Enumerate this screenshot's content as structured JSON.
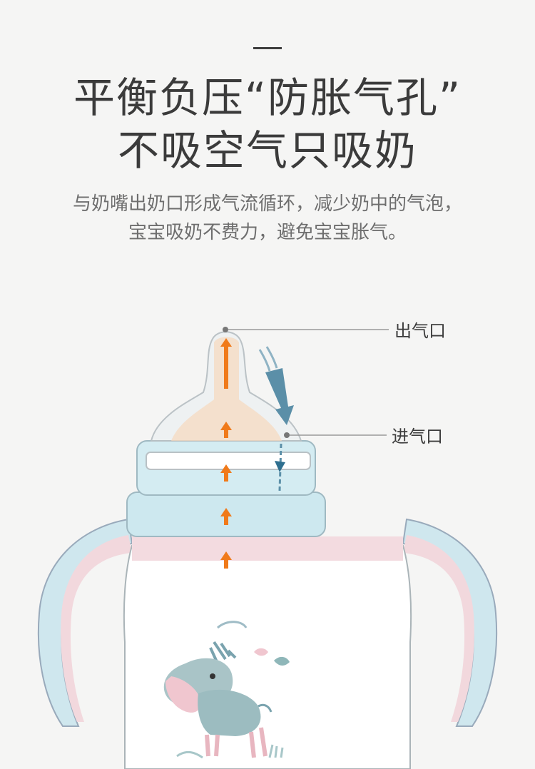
{
  "heading": {
    "line1": "平衡负压“防胀气孔”",
    "line2": "不吸空气只吸奶"
  },
  "description": {
    "line1": "与奶嘴出奶口形成气流循环，减少奶中的气泡，",
    "line2": "宝宝吸奶不费力，避免宝宝胀气。"
  },
  "callouts": {
    "outlet": "出气口",
    "inlet": "进气口"
  },
  "icons": [
    "bottle-illustration",
    "up-arrow-icon",
    "airflow-arrow-icon",
    "donkey-illustration",
    "bird-icon",
    "cloud-icon"
  ],
  "colors": {
    "background": "#f5f5f4",
    "arrow": "#f07a1a",
    "collar": "#cde8ef",
    "handle_pink": "#f2d7dc",
    "airflow": "#5b8fa8"
  }
}
